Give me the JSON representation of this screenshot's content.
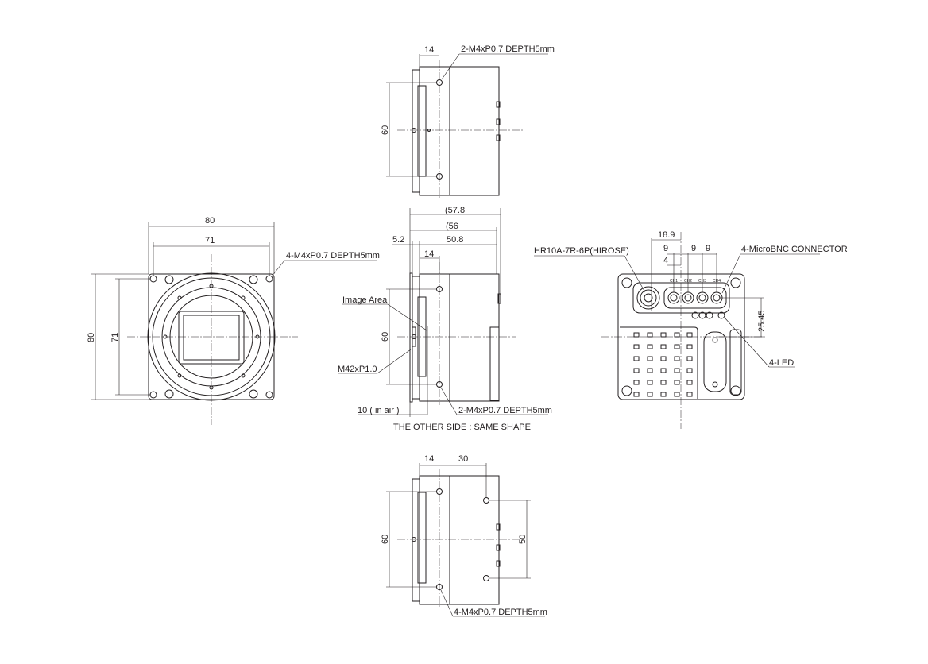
{
  "top_view": {
    "dim_14": "14",
    "dim_60": "60",
    "hole_label": "2-M4xP0.7 DEPTH5mm"
  },
  "front_view": {
    "dim_80_w": "80",
    "dim_71_w": "71",
    "dim_80_h": "80",
    "dim_71_h": "71",
    "hole_label": "4-M4xP0.7 DEPTH5mm"
  },
  "side_view": {
    "dim_57_8": "(57.8",
    "dim_56": "(56",
    "dim_5_2": "5.2",
    "dim_50_8": "50.8",
    "dim_14": "14",
    "dim_60": "60",
    "image_area": "Image Area",
    "mount": "M42xP1.0",
    "flange_back": "10 ( in air )",
    "hole_label": "2-M4xP0.7 DEPTH5mm",
    "other_side_note": "THE OTHER SIDE : SAME SHAPE"
  },
  "rear_view": {
    "dim_18_9": "18.9",
    "dim_9a": "9",
    "dim_9b": "9",
    "dim_9c": "9",
    "dim_4": "4",
    "dim_25_45": "25.45",
    "power_connector": "HR10A-7R-6P(HIROSE)",
    "bnc_label": "4-MicroBNC CONNECTOR",
    "led_label": "4-LED",
    "channels": [
      "CH1",
      "CH2",
      "CH3",
      "CH4"
    ]
  },
  "bottom_view": {
    "dim_14": "14",
    "dim_30": "30",
    "dim_60": "60",
    "dim_50": "50",
    "hole_label": "4-M4xP0.7 DEPTH5mm"
  }
}
